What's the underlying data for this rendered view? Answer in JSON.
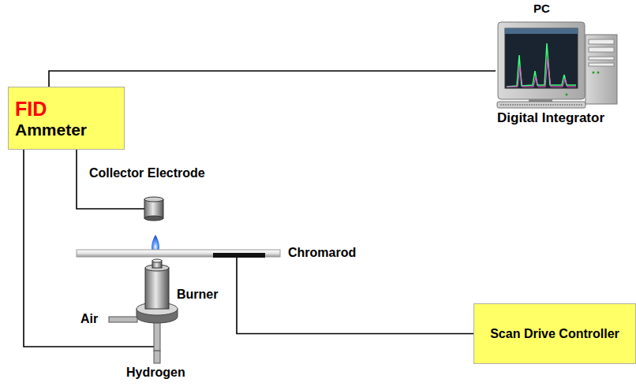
{
  "diagram": {
    "nodes": [
      {
        "text": [
          "FID",
          "Ammeter"
        ]
      },
      {
        "text": [
          "PC",
          "Digital Integrator"
        ]
      },
      {
        "text": [
          "Collector Electrode"
        ]
      },
      {
        "text": [
          "Chromarod"
        ]
      },
      {
        "text": [
          "Burner"
        ]
      },
      {
        "text": [
          "Scan Drive Controller"
        ]
      }
    ],
    "edges": [
      {
        "from": 0,
        "to": 1,
        "arrow": "none"
      },
      {
        "from": 0,
        "to": 2,
        "arrow": "none"
      },
      {
        "from": 0,
        "to": 4,
        "arrow": "none"
      },
      {
        "from": 5,
        "to": 3,
        "arrow": "none"
      }
    ],
    "labels": [
      "Air",
      "Hydrogen"
    ]
  }
}
